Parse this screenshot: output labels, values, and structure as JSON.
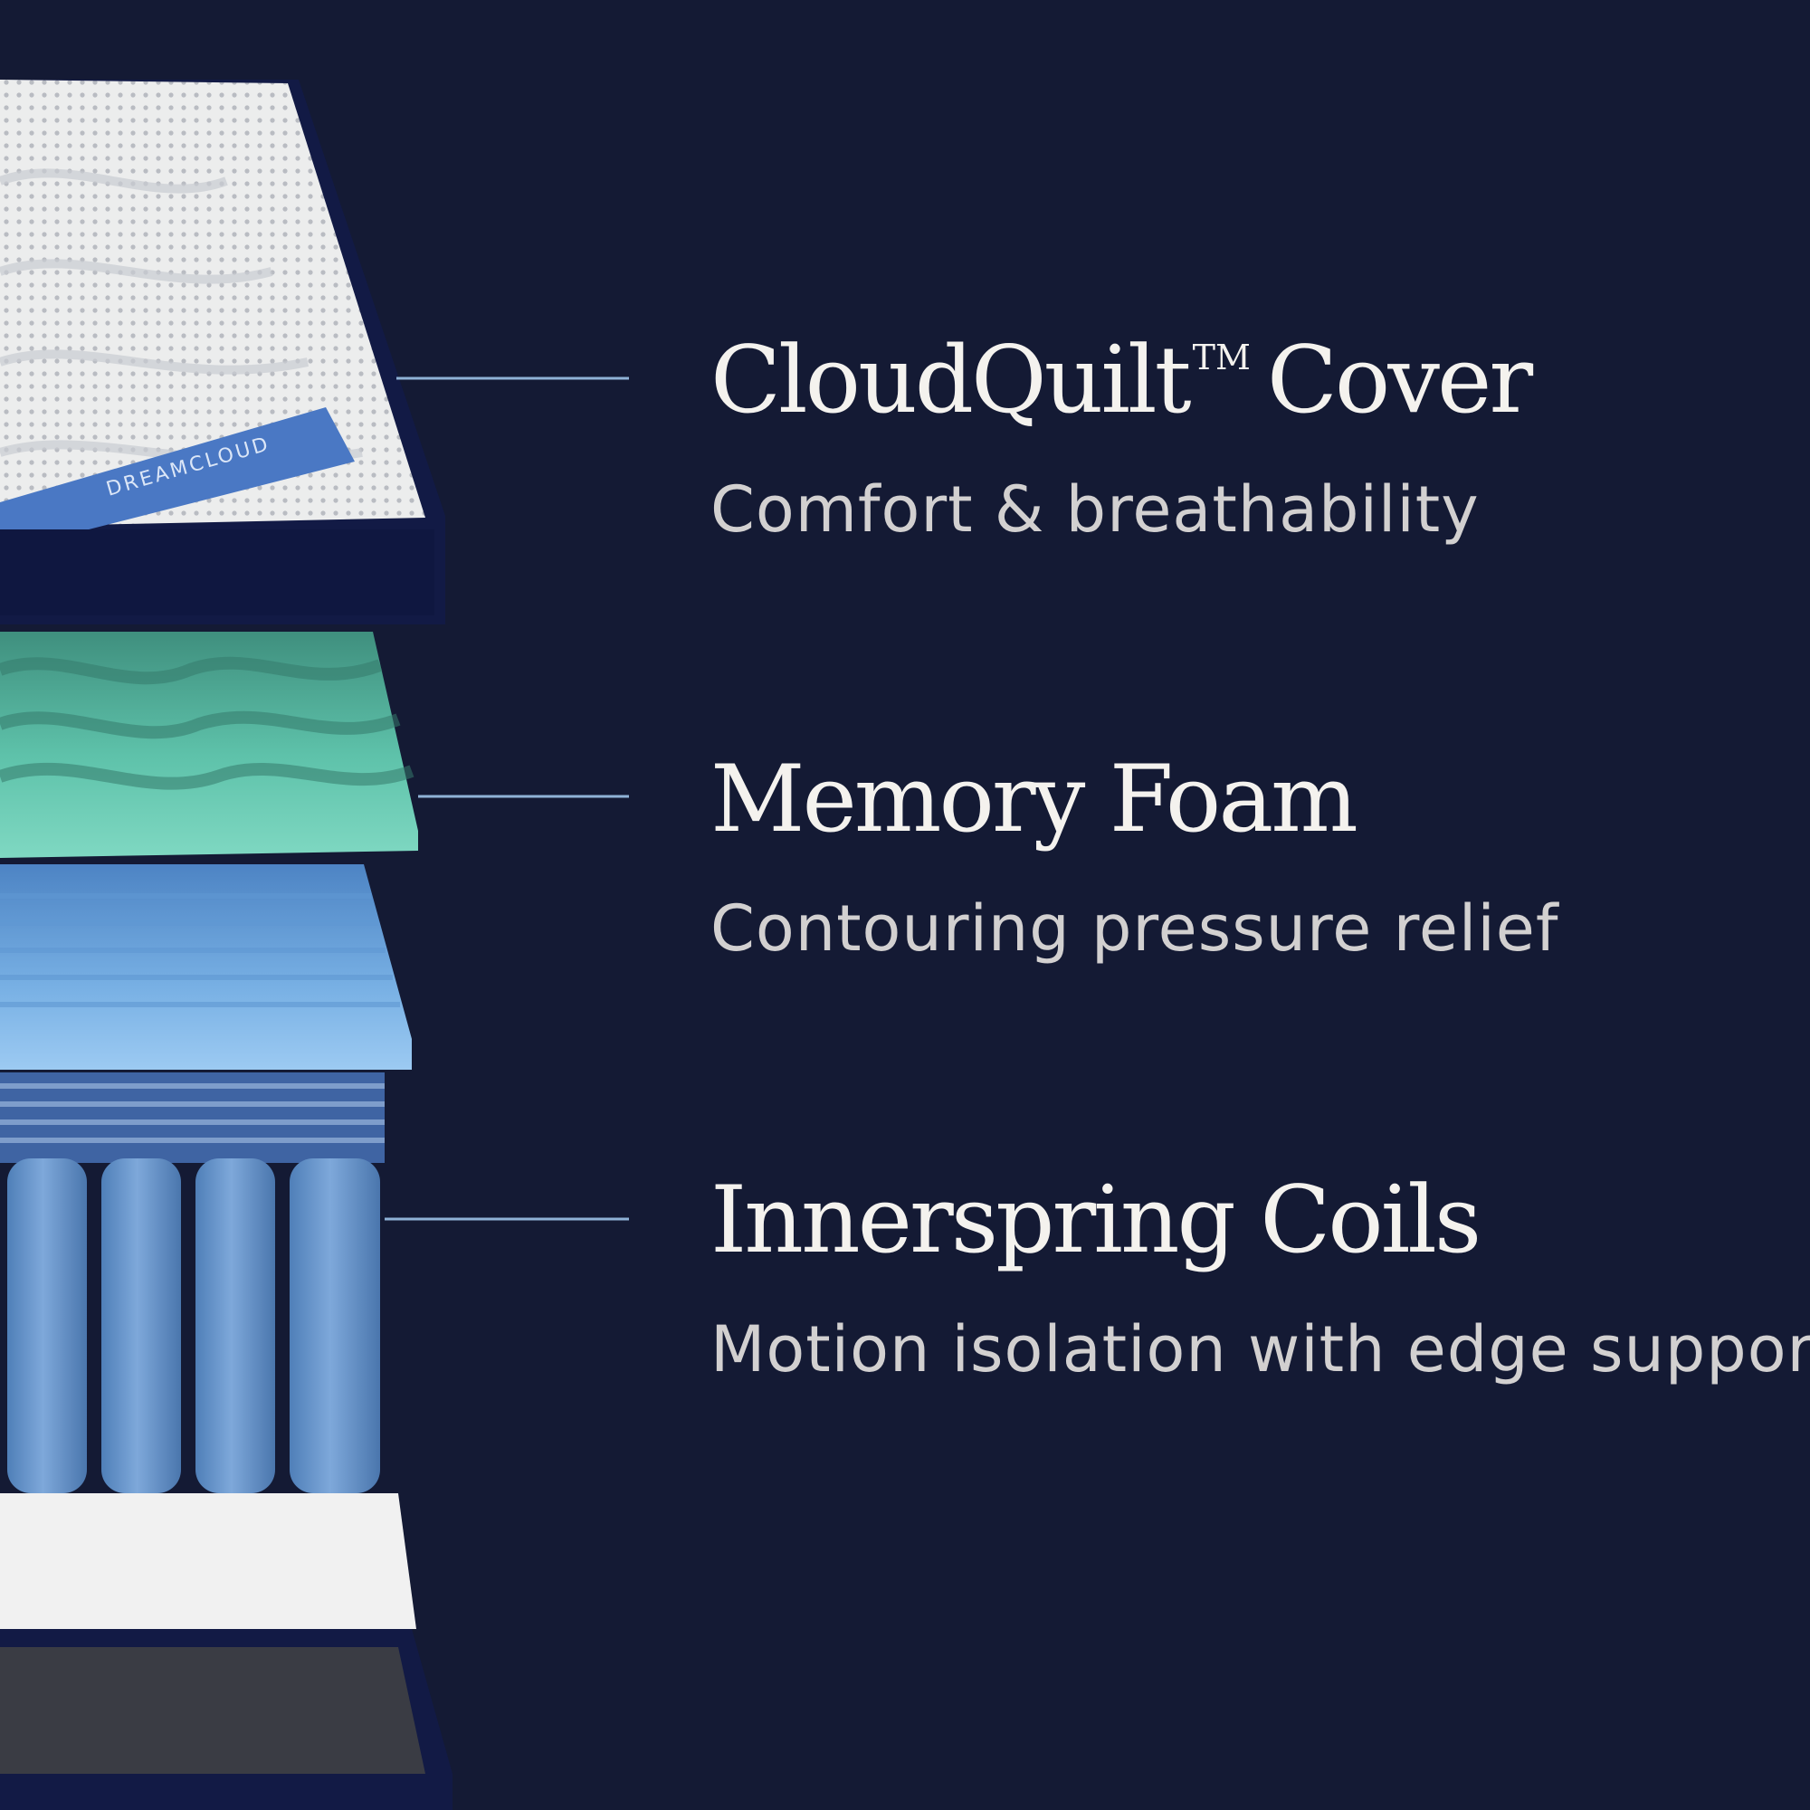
{
  "colors": {
    "background": "#141a34",
    "title_text": "#f4f2ee",
    "subtitle_text": "#d2d0d0",
    "leader_line": "#8fb2d6",
    "cover_fabric": "#e9eaec",
    "cover_border": "#121a45",
    "cover_band": "#4a78c4",
    "memory_foam": "#5fc4ad",
    "blue_foam": "#7fb8ea",
    "coil_sleeve": "#6f9bd1",
    "base_foam": "#f2f2f2"
  },
  "cover_band_logo": "DREAMCLOUD",
  "layers": [
    {
      "title": "CloudQuilt",
      "trademark": "TM",
      "title_suffix": "Cover",
      "subtitle": "Comfort & breathability"
    },
    {
      "title": "Memory Foam",
      "subtitle": "Contouring pressure relief"
    },
    {
      "title": "Innerspring Coils",
      "subtitle": "Motion isolation with edge support"
    }
  ]
}
